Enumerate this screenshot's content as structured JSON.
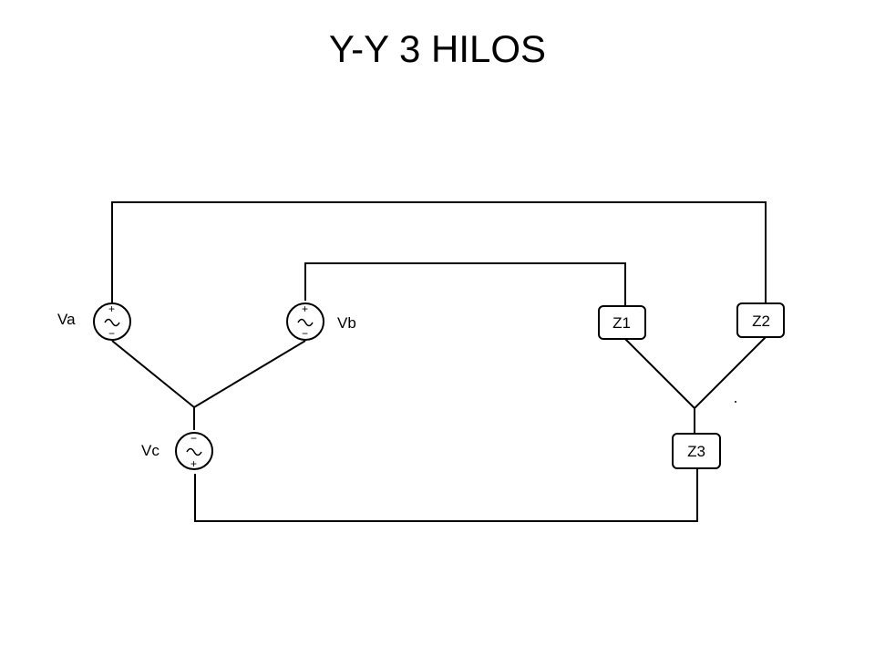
{
  "title": "Y-Y 3 HILOS",
  "sources": {
    "va": {
      "label": "Va",
      "top_sign": "+",
      "bottom_sign": "−"
    },
    "vb": {
      "label": "Vb",
      "top_sign": "+",
      "bottom_sign": "−"
    },
    "vc": {
      "label": "Vc",
      "top_sign": "−",
      "bottom_sign": "+"
    }
  },
  "loads": {
    "z1": {
      "label": "Z1"
    },
    "z2": {
      "label": "Z2"
    },
    "z3": {
      "label": "Z3"
    }
  }
}
